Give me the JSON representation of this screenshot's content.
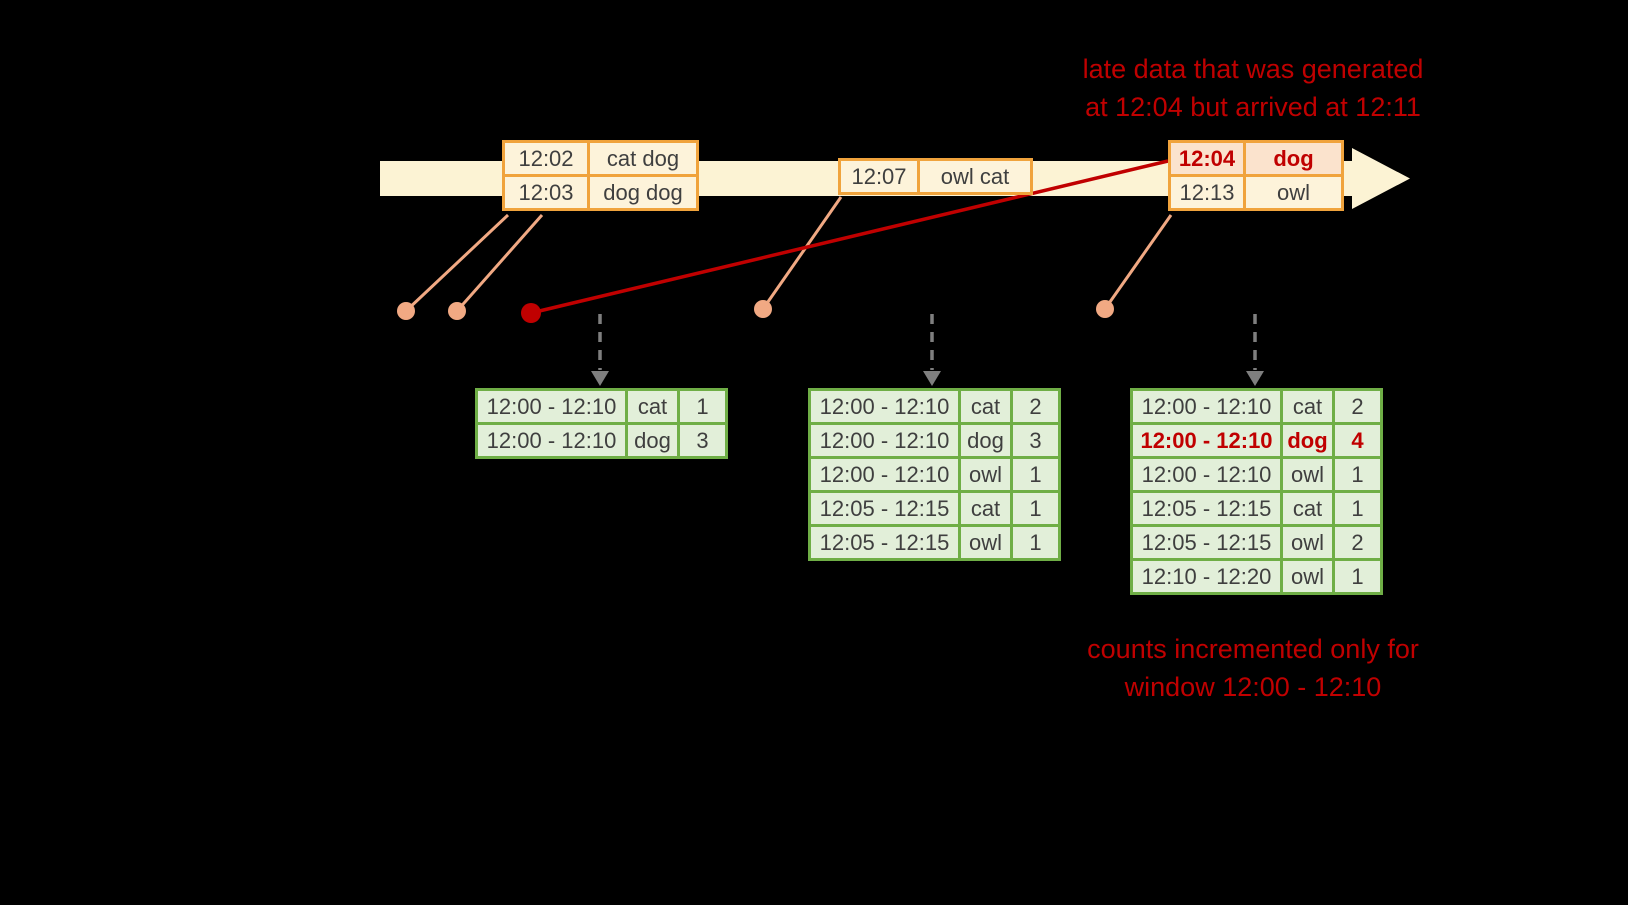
{
  "annotations": {
    "late_data": {
      "line1": "late data that was generated",
      "line2": "at 12:04 but arrived at 12:11"
    },
    "counts": {
      "line1": "counts incremented only for",
      "line2": "window 12:00 - 12:10"
    }
  },
  "event_tables": {
    "t1": {
      "rows": [
        {
          "time": "12:02",
          "words": "cat dog"
        },
        {
          "time": "12:03",
          "words": "dog dog"
        }
      ]
    },
    "t2": {
      "rows": [
        {
          "time": "12:07",
          "words": "owl cat"
        }
      ]
    },
    "t3": {
      "rows": [
        {
          "time": "12:04",
          "words": "dog",
          "late": true
        },
        {
          "time": "12:13",
          "words": "owl"
        }
      ]
    }
  },
  "result_tables": {
    "t1": {
      "rows": [
        {
          "window": "12:00 - 12:10",
          "word": "cat",
          "count": "1"
        },
        {
          "window": "12:00 - 12:10",
          "word": "dog",
          "count": "3"
        }
      ]
    },
    "t2": {
      "rows": [
        {
          "window": "12:00 - 12:10",
          "word": "cat",
          "count": "2"
        },
        {
          "window": "12:00 - 12:10",
          "word": "dog",
          "count": "3"
        },
        {
          "window": "12:00 - 12:10",
          "word": "owl",
          "count": "1"
        },
        {
          "window": "12:05 - 12:15",
          "word": "cat",
          "count": "1"
        },
        {
          "window": "12:05 - 12:15",
          "word": "owl",
          "count": "1"
        }
      ]
    },
    "t3": {
      "rows": [
        {
          "window": "12:00 - 12:10",
          "word": "cat",
          "count": "2"
        },
        {
          "window": "12:00 - 12:10",
          "word": "dog",
          "count": "4",
          "highlight": true
        },
        {
          "window": "12:00 - 12:10",
          "word": "owl",
          "count": "1"
        },
        {
          "window": "12:05 - 12:15",
          "word": "cat",
          "count": "1"
        },
        {
          "window": "12:05 - 12:15",
          "word": "owl",
          "count": "2"
        },
        {
          "window": "12:10 - 12:20",
          "word": "owl",
          "count": "1"
        }
      ]
    }
  },
  "colors": {
    "background": "#000000",
    "timeline_fill": "#fcf3d4",
    "event_border": "#f0a33c",
    "event_fill": "#fdf3da",
    "late_cell_fill": "#fbe3cd",
    "result_border": "#6fae46",
    "result_fill": "#e2efd9",
    "text_default": "#3f3f3f",
    "accent_red": "#c00000",
    "connector_salmon": "#f1a983",
    "arrow_gray": "#7f7f7f"
  }
}
